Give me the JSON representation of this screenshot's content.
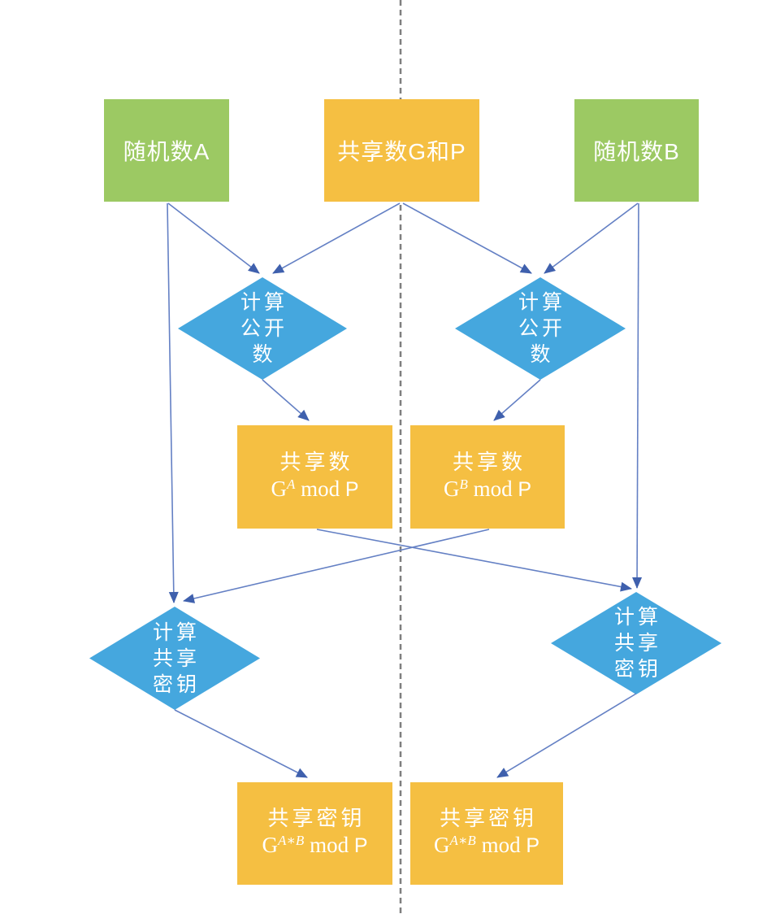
{
  "diagram": {
    "title_hint": "Diffie-Hellman key exchange flow",
    "colors": {
      "green_box": "#9CC963",
      "orange_box": "#F5BF42",
      "blue_diamond": "#45A7DE",
      "connector_line": "#6480C4",
      "arrowhead": "#3F60AD",
      "divider_gray": "#7F7F7F",
      "text": "#FFFFFF"
    },
    "nodes": {
      "random_a": {
        "label": "随机数A"
      },
      "shared_gp": {
        "label": "共享数G和P"
      },
      "random_b": {
        "label": "随机数B"
      },
      "calc_public_a": {
        "lines": [
          "计算",
          "公开",
          "数"
        ]
      },
      "calc_public_b": {
        "lines": [
          "计算",
          "公开",
          "数"
        ]
      },
      "shared_num_a": {
        "title": "共享数",
        "formula": {
          "base": "G",
          "sup": "A",
          "mid": " mod ",
          "tail": "P"
        }
      },
      "shared_num_b": {
        "title": "共享数",
        "formula": {
          "base": "G",
          "sup": "B",
          "mid": " mod ",
          "tail": "P"
        }
      },
      "calc_key_a": {
        "lines": [
          "计算",
          "共享",
          "密钥"
        ]
      },
      "calc_key_b": {
        "lines": [
          "计算",
          "共享",
          "密钥"
        ]
      },
      "final_key_a": {
        "title": "共享密钥",
        "formula": {
          "base": "G",
          "sup": "A∗B",
          "mid": " mod ",
          "tail": "P"
        }
      },
      "final_key_b": {
        "title": "共享密钥",
        "formula": {
          "base": "G",
          "sup": "A∗B",
          "mid": " mod ",
          "tail": "P"
        }
      }
    }
  }
}
